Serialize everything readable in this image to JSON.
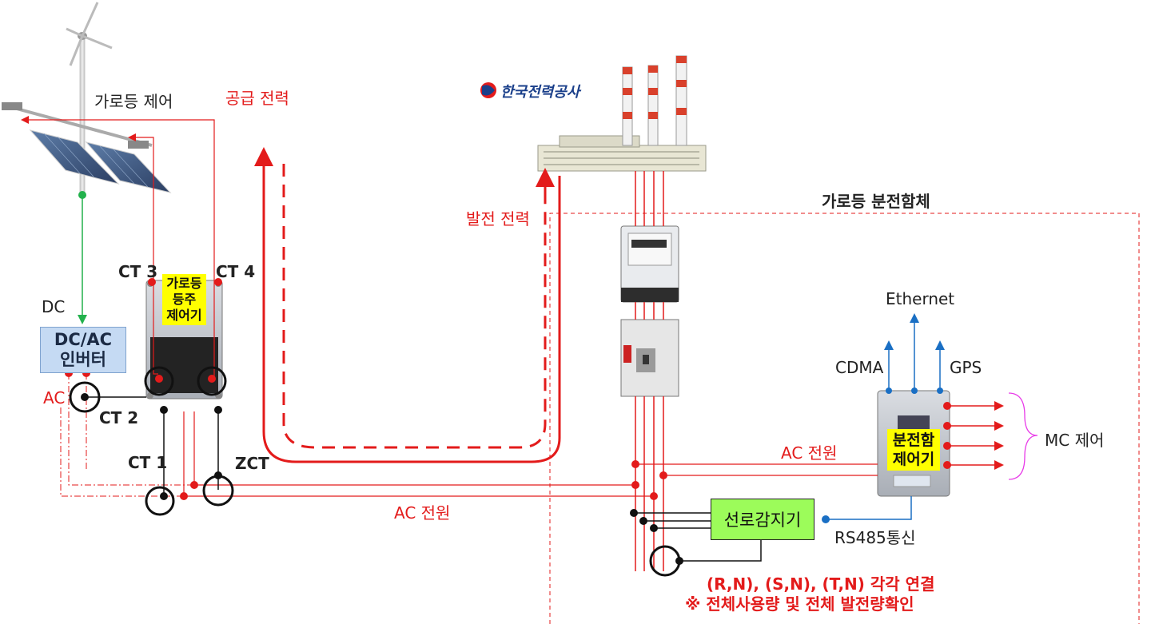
{
  "labels": {
    "streetlight_control": "가로등 제어",
    "supply_power": "공급 전력",
    "generation_power": "발전 전력",
    "kepco_logo": "한국전력공사",
    "cabinet_title": "가로등 분전함체",
    "dc": "DC",
    "inverter": "DC/AC\n인버터",
    "ac": "AC",
    "ct1": "CT 1",
    "ct2": "CT 2",
    "ct3": "CT 3",
    "ct4": "CT 4",
    "zct": "ZCT",
    "pole_controller": "가로등\n등주\n제어기",
    "ethernet": "Ethernet",
    "cdma": "CDMA",
    "gps": "GPS",
    "mc_control": "MC 제어",
    "panel_controller": "분전함\n제어기",
    "ac_power_top": "AC 전원",
    "ac_power_bottom": "AC 전원",
    "line_sensor": "선로감지기",
    "rs485": "RS485통신",
    "note_line1": "(R,N), (S,N), (T,N) 각각 연결",
    "note_line2": "※ 전체사용량 및 전체 발전량확인"
  },
  "colors": {
    "power_line": "#e31b1b",
    "comm_line": "#1a6fc4",
    "dc_line": "#22b14c",
    "cabinet_border": "#e31b1b",
    "yellow_label": "#ffff00",
    "inverter_fill": "#c5daf3",
    "sensor_fill": "#9cfc5a"
  },
  "icons": [
    "wind-turbine-icon",
    "solar-panel-icon",
    "power-plant-icon",
    "kepco-logo-icon",
    "watt-meter-icon",
    "circuit-breaker-icon",
    "controller-device-icon"
  ]
}
